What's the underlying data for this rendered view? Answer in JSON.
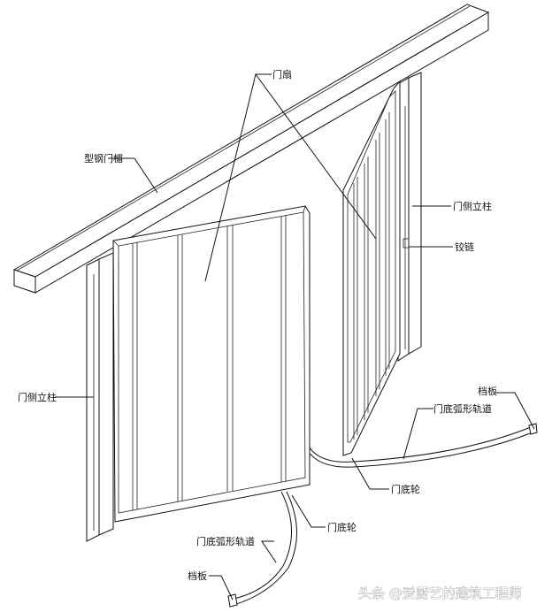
{
  "labels": {
    "door_leaf": "门扇",
    "beam": "型钢门楣",
    "right_post": "门侧立柱",
    "hinge": "铰链",
    "left_post": "门侧立柱",
    "stop_plate_right": "档板",
    "track_right": "门底弧形轨道",
    "wheel_right": "门底轮",
    "wheel_left": "门底轮",
    "track_left": "门底弧形轨道",
    "stop_plate_left": "档板"
  },
  "watermark": "头条 @爱厨艺的建筑工程师"
}
